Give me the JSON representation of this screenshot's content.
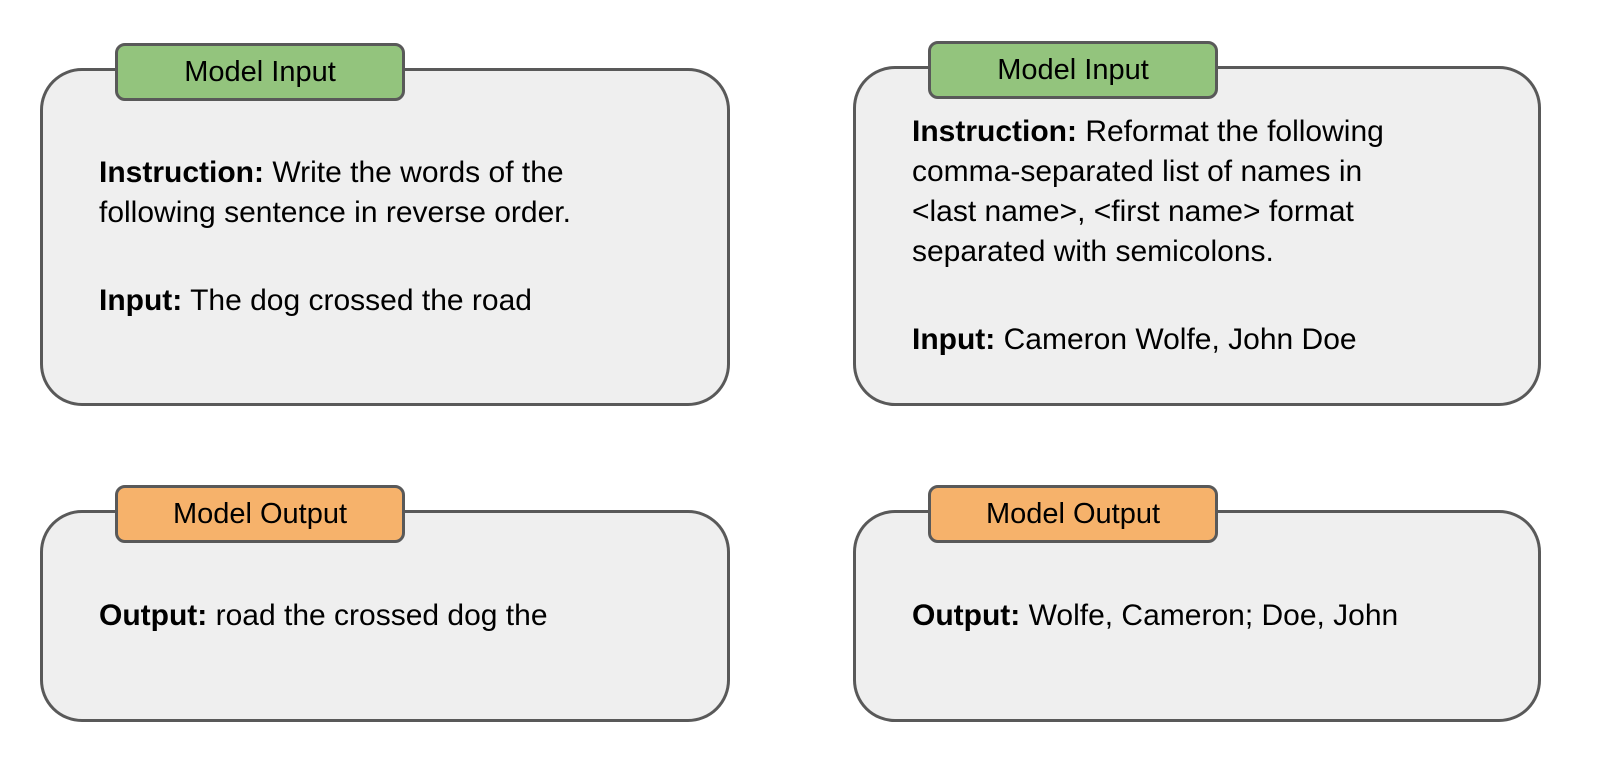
{
  "palette": {
    "badge_input": "#93c47d",
    "badge_output": "#f6b26b",
    "box_fill": "#efefef",
    "border": "#595959",
    "text": "#000000"
  },
  "cards": [
    {
      "id": "top-left-model-input",
      "badge": {
        "label": "Model Input"
      },
      "sections": [
        {
          "label": "Instruction:",
          "text": " Write the words of the\nfollowing sentence in reverse order."
        },
        {
          "label": "Input:",
          "text": " The dog crossed the road"
        }
      ]
    },
    {
      "id": "top-right-model-input",
      "badge": {
        "label": "Model Input"
      },
      "sections": [
        {
          "label": "Instruction:",
          "text": " Reformat the following\ncomma-separated list of names in\n<last name>, <first name> format\nseparated with semicolons."
        },
        {
          "label": "Input:",
          "text": " Cameron Wolfe, John Doe"
        }
      ]
    },
    {
      "id": "bottom-left-model-output",
      "badge": {
        "label": "Model Output"
      },
      "sections": [
        {
          "label": "Output:",
          "text": " road the crossed dog the"
        }
      ]
    },
    {
      "id": "bottom-right-model-output",
      "badge": {
        "label": "Model Output"
      },
      "sections": [
        {
          "label": "Output:",
          "text": " Wolfe, Cameron; Doe, John"
        }
      ]
    }
  ]
}
